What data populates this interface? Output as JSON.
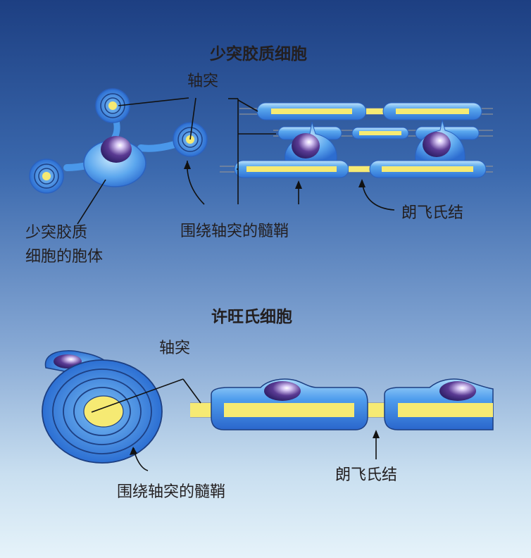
{
  "oligodendrocyte_panel": {
    "title": "少突胶质细胞",
    "axon_label": "轴突",
    "cell_body_label_line1": "少突胶质",
    "cell_body_label_line2": "细胞的胞体",
    "myelin_label": "围绕轴突的髓鞘",
    "node_label": "朗飞氏结"
  },
  "schwann_panel": {
    "title": "许旺氏细胞",
    "axon_label": "轴突",
    "myelin_label": "围绕轴突的髓鞘",
    "node_label": "朗飞氏结"
  },
  "colors": {
    "background_top": "#1d3f82",
    "background_bottom": "#e6f3fa",
    "myelin_blue": "#3f8fe6",
    "axon_yellow": "#f6ea73",
    "nucleus_purple": "#5a3a93"
  }
}
